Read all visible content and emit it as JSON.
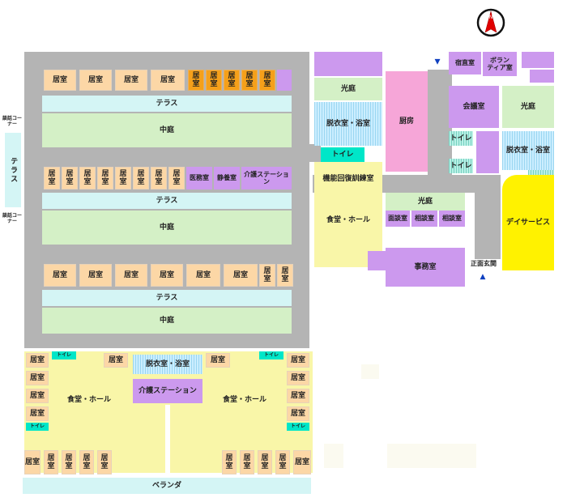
{
  "map": {
    "north_mark": "N",
    "entrance_marker": "▲",
    "labels": {
      "kyoshitsu": "居室",
      "kyoshitsu_v": "居\n室",
      "terrace": "テラス",
      "nakaniwa": "中庭",
      "terrace_v": "テラス",
      "danwa": "談話コーナー",
      "imushitsu": "医務室",
      "seiyoshitsu": "静養室",
      "kaigo_station": "介護ステーション",
      "kokoniwa": "光庭",
      "datsui_yokushitsu": "脱衣室・浴室",
      "toilet": "トイレ",
      "kinou_kunren": "機能回復訓練室",
      "shokudo_hall": "食堂・ホール",
      "chubo": "厨房",
      "shukuchoku": "宿直室",
      "volunteer": "ボラン\nティア室",
      "kaigishitsu": "会議室",
      "mendan": "面談室",
      "sodan": "相談室",
      "jimushitsu": "事務室",
      "shomen_genkan": "正面玄関",
      "day_service": "デイサービス",
      "veranda": "ベランダ"
    }
  }
}
